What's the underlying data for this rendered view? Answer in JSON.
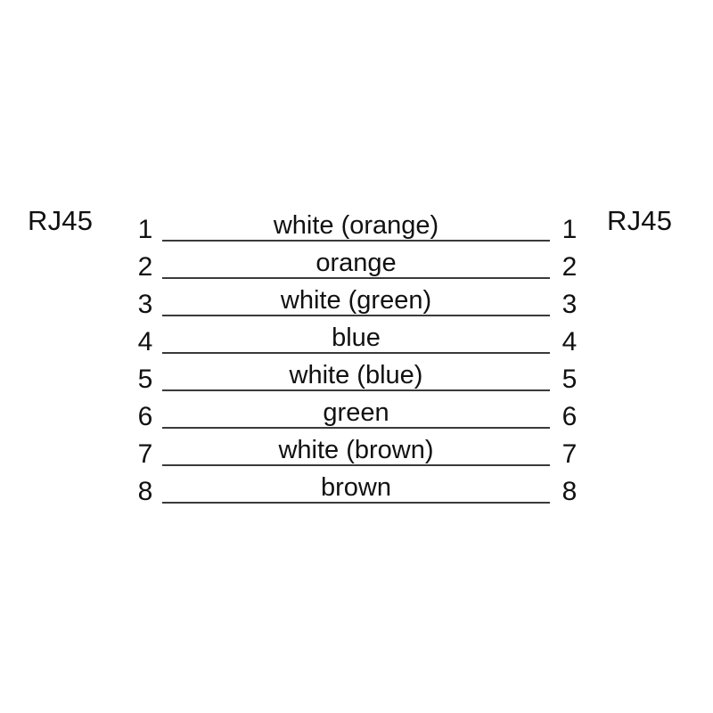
{
  "diagram": {
    "type": "rj45-straight-through-pinout",
    "background_color": "#ffffff",
    "line_color": "#3a3a3a",
    "text_color": "#111111",
    "connector_left": {
      "label": "RJ45"
    },
    "connector_right": {
      "label": "RJ45"
    },
    "wires": [
      {
        "pin_left": "1",
        "pin_right": "1",
        "label": "white (orange)"
      },
      {
        "pin_left": "2",
        "pin_right": "2",
        "label": "orange"
      },
      {
        "pin_left": "3",
        "pin_right": "3",
        "label": "white (green)"
      },
      {
        "pin_left": "4",
        "pin_right": "4",
        "label": "blue"
      },
      {
        "pin_left": "5",
        "pin_right": "5",
        "label": "white (blue)"
      },
      {
        "pin_left": "6",
        "pin_right": "6",
        "label": "green"
      },
      {
        "pin_left": "7",
        "pin_right": "7",
        "label": "white (brown)"
      },
      {
        "pin_left": "8",
        "pin_right": "8",
        "label": "brown"
      }
    ]
  }
}
